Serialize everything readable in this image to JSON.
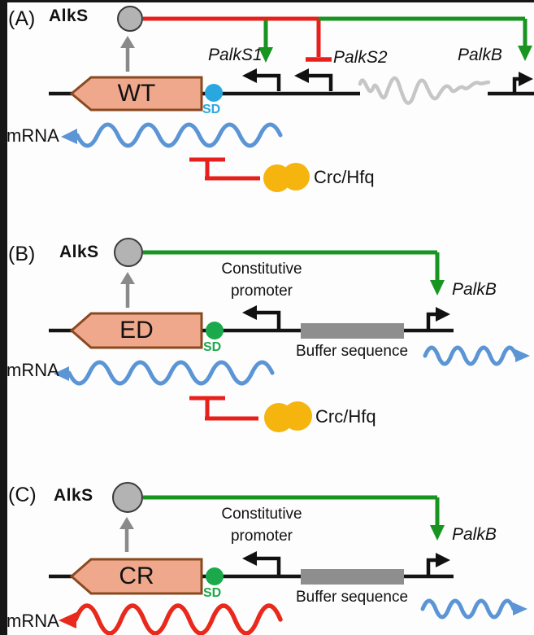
{
  "figure": {
    "panelA": {
      "label": "(A)",
      "regulator": "AlkS",
      "gene": "WT",
      "sd": "SD",
      "mrna": "mRNA",
      "crc": "Crc/Hfq",
      "promoter_palkS1": "PalkS1",
      "promoter_palkS2": "PalkS2",
      "promoter_palkB": "PalkB"
    },
    "panelB": {
      "label": "(B)",
      "regulator": "AlkS",
      "gene": "ED",
      "sd": "SD",
      "mrna": "mRNA",
      "crc": "Crc/Hfq",
      "constitutive_line1": "Constitutive",
      "constitutive_line2": "promoter",
      "buffer": "Buffer sequence",
      "promoter_palkB": "PalkB"
    },
    "panelC": {
      "label": "(C)",
      "regulator": "AlkS",
      "gene": "CR",
      "sd": "SD",
      "mrna": "mRNA",
      "constitutive_line1": "Constitutive",
      "constitutive_line2": "promoter",
      "buffer": "Buffer sequence",
      "promoter_palkB": "PalkB"
    },
    "colors": {
      "activation_green": "#189421",
      "repression_red": "#e8201c",
      "mrna_blue": "#5b95d5",
      "mrna_red": "#e8291c",
      "gene_fill": "#efa88c",
      "gene_border": "#8a4a21",
      "sd_dot_blue": "#29a8e0",
      "sd_dot_green": "#1ca94c",
      "crc_yellow": "#f6b40e",
      "alks_gray": "#b3b3b3",
      "buffer_gray": "#8e8e8e",
      "intervening_gray": "#c6c6c6",
      "dna_black": "#151515"
    }
  }
}
